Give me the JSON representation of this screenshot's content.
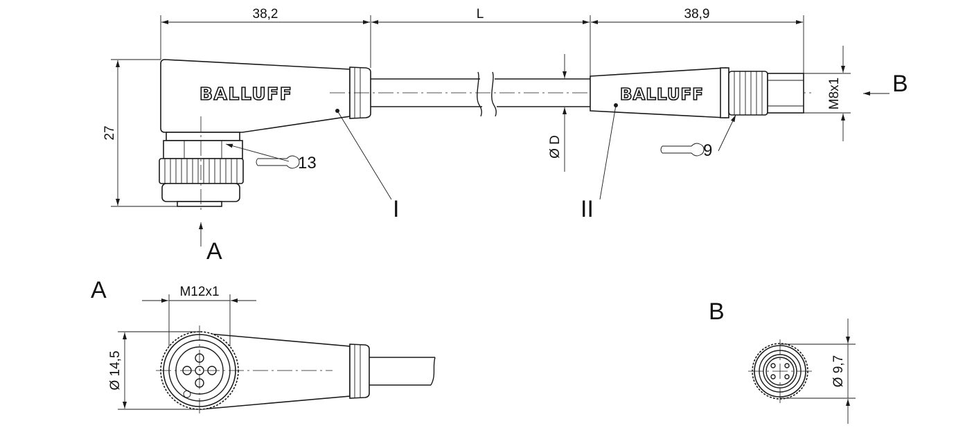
{
  "brand": "BALLUFF",
  "dimensions": {
    "angled_connector_length": "38,2",
    "cable_length": "L",
    "straight_connector_length": "38,9",
    "angled_connector_height": "27",
    "straight_thread": "M8x1",
    "cable_diameter": "Ø D",
    "angled_thread": "M12x1",
    "angled_diameter": "Ø 14,5",
    "straight_diameter": "Ø 9,7"
  },
  "wrench_sizes": {
    "angled": "13",
    "straight": "9"
  },
  "labels": {
    "view_a": "A",
    "view_b": "B",
    "part_one": "I",
    "part_two": "II"
  },
  "colors": {
    "line": "#1a1a1a",
    "background": "#ffffff"
  }
}
